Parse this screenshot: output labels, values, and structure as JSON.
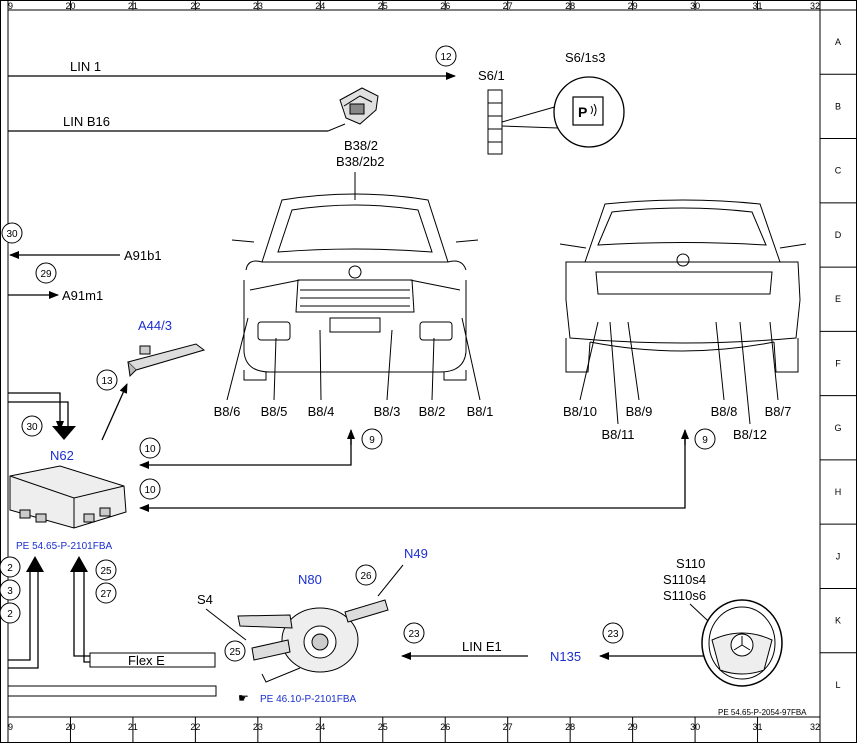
{
  "grid": {
    "columns": [
      "9",
      "20",
      "21",
      "22",
      "23",
      "24",
      "25",
      "26",
      "27",
      "28",
      "29",
      "30",
      "31",
      "32"
    ],
    "rows": [
      "A",
      "B",
      "C",
      "D",
      "E",
      "F",
      "G",
      "H",
      "J",
      "K",
      "L"
    ]
  },
  "lines": {
    "lin1": "LIN 1",
    "linb16": "LIN B16",
    "line1": "LIN E1",
    "flexe": "Flex E"
  },
  "components": {
    "s6_1": "S6/1",
    "s6_1s3": "S6/1s3",
    "b38_2": "B38/2",
    "b38_2b2": "B38/2b2",
    "a91b1": "A91b1",
    "a91m1": "A91m1",
    "a44_3": "A44/3",
    "n62": "N62",
    "n80": "N80",
    "n49": "N49",
    "n135": "N135",
    "s4": "S4",
    "s110": "S110",
    "s110s4": "S110s4",
    "s110s6": "S110s6",
    "front_sensors": [
      "B8/6",
      "B8/5",
      "B8/4",
      "B8/3",
      "B8/2",
      "B8/1"
    ],
    "rear_sensors_top": [
      "B8/10",
      "B8/9",
      "B8/8",
      "B8/7"
    ],
    "rear_sensors_bottom": [
      "B8/11",
      "B8/12"
    ]
  },
  "refs": {
    "pe_n62": "PE 54.65-P-2101FBA",
    "pe_n80": "PE 46.10-P-2101FBA",
    "doc_id": "PE 54.65-P-2054-97FBA"
  },
  "callouts": {
    "c12": "12",
    "c30a": "30",
    "c29": "29",
    "c13": "13",
    "c30b": "30",
    "c10a": "10",
    "c10b": "10",
    "c9a": "9",
    "c9b": "9",
    "c25a": "25",
    "c27": "27",
    "c26": "26",
    "c25b": "25",
    "c23a": "23",
    "c23b": "23",
    "e2a": "2",
    "e3": "3",
    "e2b": "2"
  },
  "colors": {
    "link_blue": "#1a2fd0",
    "line": "#000000"
  }
}
